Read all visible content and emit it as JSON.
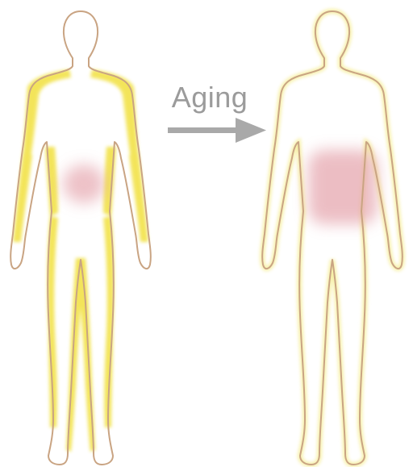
{
  "arrow": {
    "label": "Aging"
  },
  "colors": {
    "background": "#ffffff",
    "body_outline": "#c9a483",
    "subcutaneous_fat_young": "#f2e24a",
    "subcutaneous_fat_aged": "#f6ee9a",
    "visceral_fat": "#e6a8b0",
    "arrow": "#a9a9a9"
  },
  "figures": [
    {
      "name": "young-body",
      "subcutaneous_fat": "thick",
      "visceral_fat": "small"
    },
    {
      "name": "aged-body",
      "subcutaneous_fat": "thin",
      "visceral_fat": "large"
    }
  ]
}
